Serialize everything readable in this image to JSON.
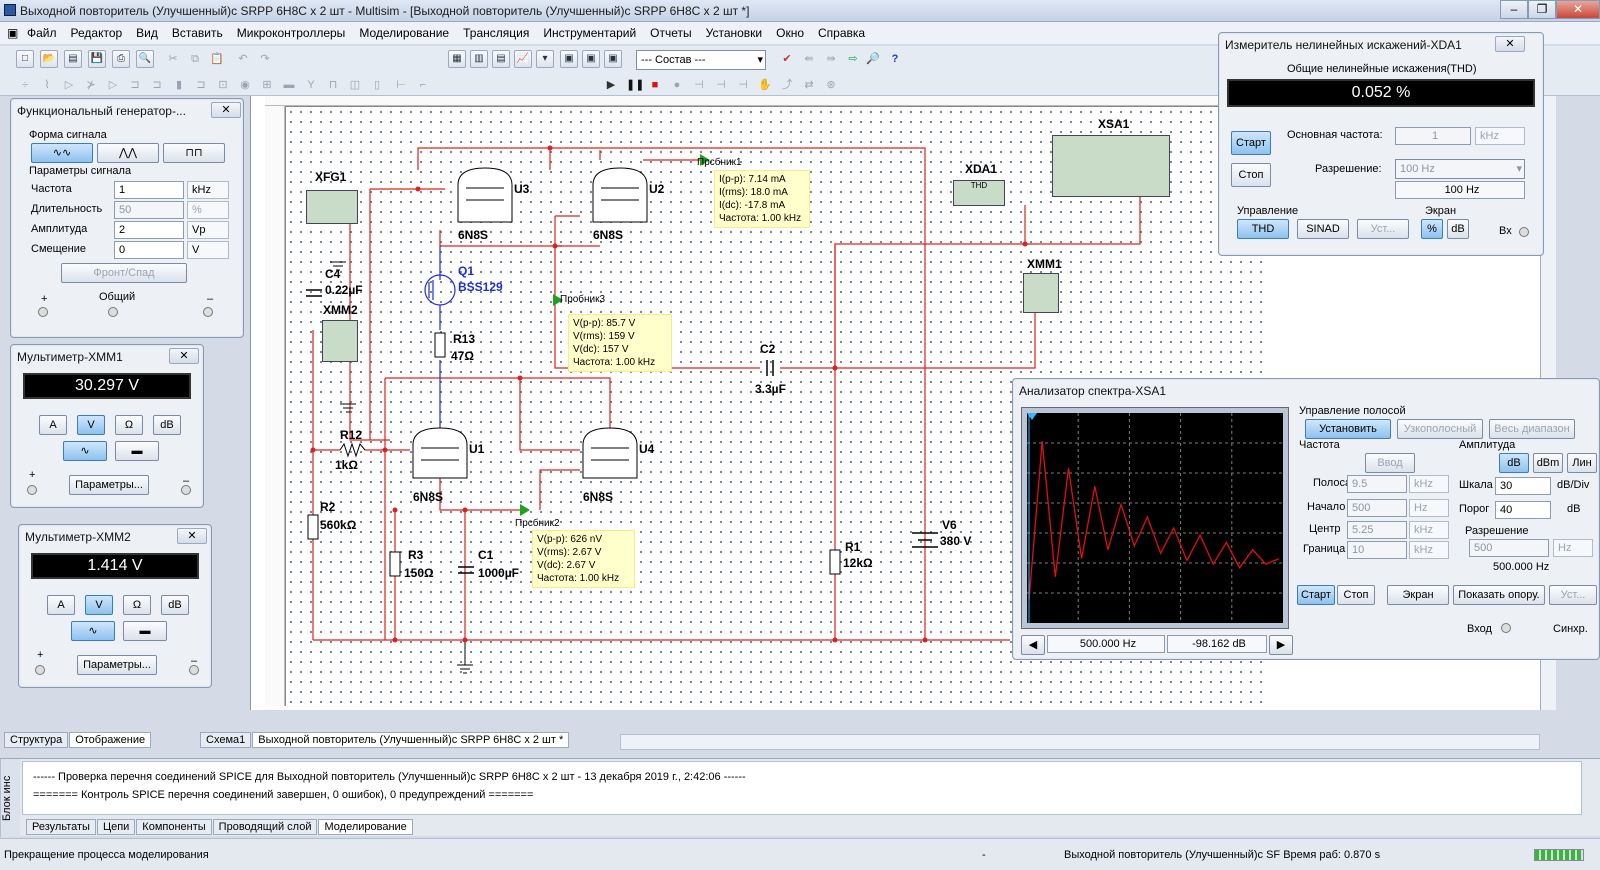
{
  "window": {
    "title": "Выходной повторитель (Улучшенный)с SRPP 6Н8С x 2 шт - Multisim - [Выходной повторитель (Улучшенный)с SRPP 6Н8С x 2 шт *]"
  },
  "menu": [
    "Файл",
    "Редактор",
    "Вид",
    "Вставить",
    "Микроконтроллеры",
    "Моделирование",
    "Трансляция",
    "Инструментарий",
    "Отчеты",
    "Установки",
    "Окно",
    "Справка"
  ],
  "toolbar": {
    "component_combo": "--- Состав ---"
  },
  "func_gen": {
    "title": "Функциональный генератор-...",
    "waveform_label": "Форма сигнала",
    "params_label": "Параметры сигнала",
    "rows": [
      {
        "label": "Частота",
        "value": "1",
        "unit": "kHz"
      },
      {
        "label": "Длительность",
        "value": "50",
        "unit": "%"
      },
      {
        "label": "Амплитуда",
        "value": "2",
        "unit": "Vp"
      },
      {
        "label": "Смещение",
        "value": "0",
        "unit": "V"
      }
    ],
    "edge_button": "Фронт/Спад",
    "plus": "+",
    "common": "Общий",
    "minus": "–"
  },
  "xmm1": {
    "title": "Мультиметр-XMM1",
    "reading": "30.297 V",
    "modes": [
      "A",
      "V",
      "Ω",
      "dB"
    ],
    "params_button": "Параметры...",
    "plus": "+",
    "minus": "–"
  },
  "xmm2": {
    "title": "Мультиметр-XMM2",
    "reading": "1.414 V",
    "modes": [
      "A",
      "V",
      "Ω",
      "dB"
    ],
    "params_button": "Параметры...",
    "plus": "+",
    "minus": "–"
  },
  "side_tabs": [
    "Структура",
    "Отображение"
  ],
  "distortion": {
    "title": "Измеритель нелинейных искажений-XDA1",
    "thd_label": "Общие нелинейные искажения(THD)",
    "thd_value": "0.052 %",
    "start": "Старт",
    "stop": "Стоп",
    "fund_label": "Основная частота:",
    "fund_value": "1",
    "fund_unit": "kHz",
    "res_label": "Разрешение:",
    "res_combo": "100 Hz",
    "res_value": "100 Hz",
    "control_label": "Управление",
    "screen_label": "Экран",
    "thd_btn": "THD",
    "sinad_btn": "SINAD",
    "set_btn": "Уст...",
    "pct_btn": "%",
    "db_btn": "dB",
    "input_label": "Вх"
  },
  "spectrum": {
    "title": "Анализатор спектра-XSA1",
    "band_label": "Управление полосой",
    "set_btn": "Установить",
    "narrow_btn": "Узкополосный",
    "full_btn": "Весь диапазон",
    "freq_label": "Частота",
    "enter_btn": "Ввод",
    "span_label": "Полоса",
    "span_value": "9.5",
    "span_unit": "kHz",
    "start_label": "Начало",
    "start_value": "500",
    "start_unit": "Hz",
    "center_label": "Центр",
    "center_value": "5.25",
    "center_unit": "kHz",
    "end_label": "Граница",
    "end_value": "10",
    "end_unit": "kHz",
    "amp_label": "Амплитуда",
    "db_btn": "dB",
    "dbm_btn": "dBm",
    "lin_btn": "Лин",
    "scale_label": "Шкала",
    "scale_value": "30",
    "scale_unit": "dB/Div",
    "thresh_label": "Порог",
    "thresh_value": "40",
    "thresh_unit": "dB",
    "res_label": "Разрешение",
    "res_value": "500",
    "res_unit": "Hz",
    "res_display": "500.000  Hz",
    "start_btn": "Старт",
    "stop_btn": "Стоп",
    "screen_btn": "Экран",
    "ref_btn": "Показать опору.",
    "more_btn": "Уст...",
    "input_label": "Вход",
    "sync_label": "Синхр.",
    "cursor_freq": "500.000  Hz",
    "cursor_amp": "-98.162  dB"
  },
  "schematic": {
    "components": [
      {
        "ref": "XFG1"
      },
      {
        "ref": "C4",
        "value": "0.22µF"
      },
      {
        "ref": "XMM2"
      },
      {
        "ref": "R12",
        "value": "1kΩ"
      },
      {
        "ref": "R2",
        "value": "560kΩ"
      },
      {
        "ref": "U3",
        "model": "6N8S"
      },
      {
        "ref": "U2",
        "model": "6N8S"
      },
      {
        "ref": "Q1",
        "model": "BSS129"
      },
      {
        "ref": "R13",
        "value": "47Ω"
      },
      {
        "ref": "U1",
        "model": "6N8S"
      },
      {
        "ref": "U4",
        "model": "6N8S"
      },
      {
        "ref": "R3",
        "value": "150Ω"
      },
      {
        "ref": "C1",
        "value": "1000µF"
      },
      {
        "ref": "C2",
        "value": "3.3µF"
      },
      {
        "ref": "R1",
        "value": "12kΩ"
      },
      {
        "ref": "V6",
        "value": "380 V"
      },
      {
        "ref": "XDA1",
        "label": "THD"
      },
      {
        "ref": "XSA1"
      },
      {
        "ref": "XMM1"
      }
    ],
    "probes": [
      {
        "name": "Прсбник1",
        "lines": [
          "I(p-p): 7.14 mA",
          "I(rms): 18.0 mA",
          "I(dc): -17.8 mA",
          "Частота: 1.00 kHz"
        ]
      },
      {
        "name": "Пробник3",
        "lines": [
          "V(p-p): 85.7 V",
          "V(rms): 159 V",
          "V(dc): 157 V",
          "Частота: 1.00 kHz"
        ]
      },
      {
        "name": "Прсбник2",
        "lines": [
          "V(p-p): 626 nV",
          "V(rms): 2.67 V",
          "V(dc): 2.67 V",
          "Частота: 1.00 kHz"
        ]
      }
    ]
  },
  "doc_tabs": [
    "Схема1",
    "Выходной повторитель (Улучшенный)с SRPP 6Н8С x 2 шт *"
  ],
  "log": {
    "side_label": "Блок инс",
    "lines": [
      "------ Проверка перечня соединений SPICE для Выходной повторитель (Улучшенный)с SRPP 6Н8С x 2 шт - 13 декабря 2019 г., 2:42:06 ------",
      "======= Контроль SPICE перечня соединений завершен, 0 ошибок), 0 предупреждений ======="
    ],
    "tabs": [
      "Результаты",
      "Цепи",
      "Компоненты",
      "Проводящий слой",
      "Моделирование"
    ]
  },
  "statusbar": {
    "left": "Прекращение процесса моделирования",
    "dash": "-",
    "right": "Выходной повторитель (Улучшенный)с SF Время раб: 0.870 s"
  },
  "colors": {
    "wire": "#e0201c",
    "probe_green": "#1ea31e",
    "screen_bg": "#000000",
    "spectrum_trace": "#e01010",
    "mosfet": "#1c2fd6"
  },
  "chart_data": {
    "type": "line",
    "title": "",
    "x": [
      500,
      1000,
      1500,
      2000,
      2500,
      3000,
      3500,
      4000,
      4500,
      5000,
      5500,
      6000,
      6500,
      7000,
      7500,
      8000,
      8500,
      9000,
      9500,
      10000
    ],
    "y": [
      -98,
      -10,
      -85,
      -25,
      -75,
      -35,
      -70,
      -45,
      -68,
      -52,
      -72,
      -58,
      -76,
      -62,
      -78,
      -66,
      -80,
      -70,
      -78,
      -75
    ],
    "xlabel": "",
    "ylabel": "",
    "grid": true
  }
}
